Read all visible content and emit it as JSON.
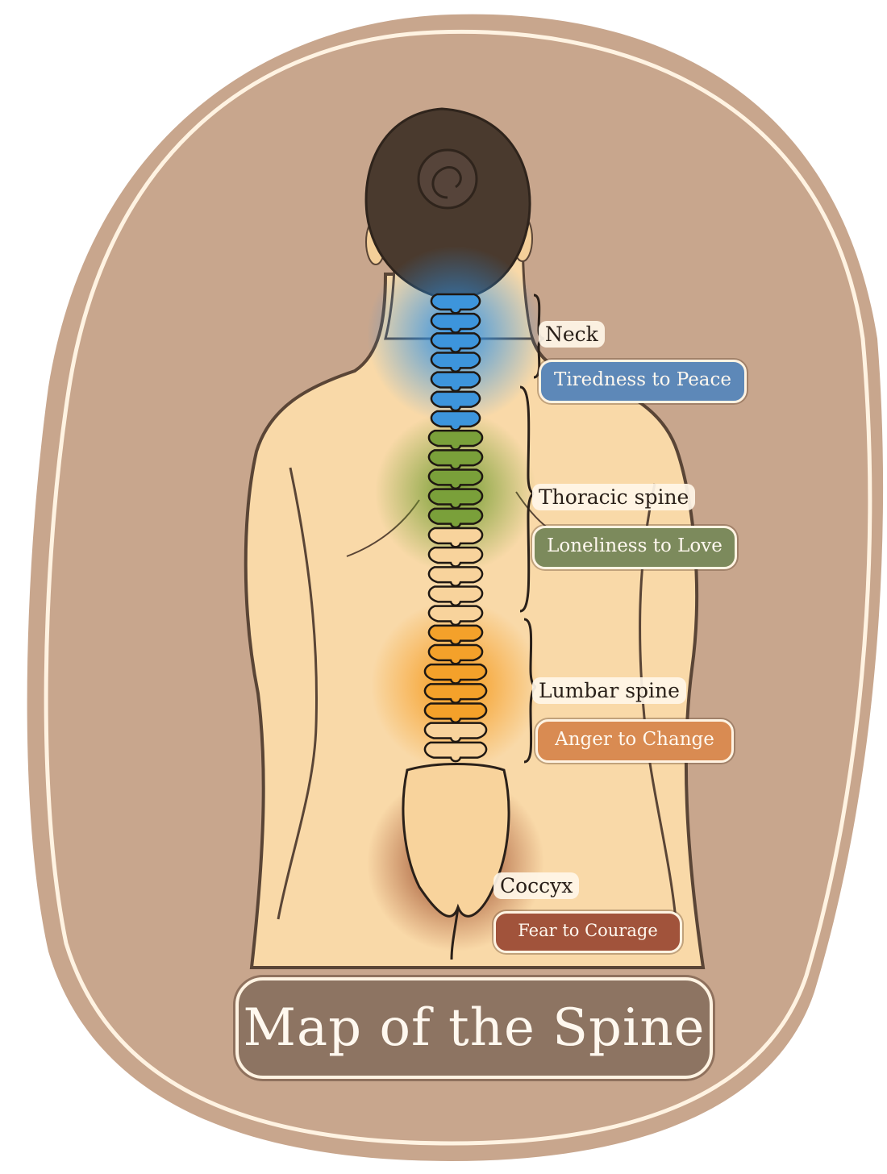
{
  "title": "Map of the Spine",
  "colors": {
    "background_blob": "#c8a68d",
    "skin": "#f9d9a8",
    "hair": "#4a3a2e",
    "neck": "#3b8fd8",
    "thoracic": "#6f9a35",
    "lumbar": "#f39a1c",
    "coccyx": "#8a3418",
    "title_banner": "#8d7462"
  },
  "regions": [
    {
      "id": "neck",
      "name": "Neck",
      "emotion": "Tiredness to Peace",
      "color": "#5d88b8"
    },
    {
      "id": "thoracic",
      "name": "Thoracic spine",
      "emotion": "Loneliness to Love",
      "color": "#7c8a5c"
    },
    {
      "id": "lumbar",
      "name": "Lumbar spine",
      "emotion": "Anger to Change",
      "color": "#d98b52"
    },
    {
      "id": "coccyx",
      "name": "Coccyx",
      "emotion": "Fear to Courage",
      "color": "#a1533b"
    }
  ]
}
